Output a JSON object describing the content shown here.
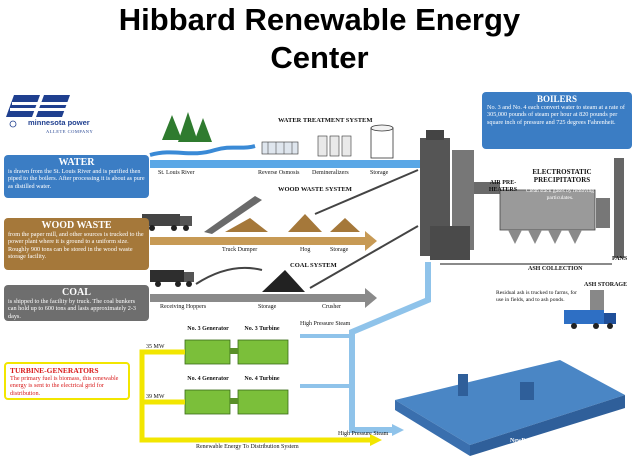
{
  "title": {
    "line1": "Hibbard Renewable Energy",
    "line2": "Center"
  },
  "logo": {
    "brand": "minnesota power",
    "sub": "ALLETE COMPANY",
    "brand_color": "#1f3f8f"
  },
  "water": {
    "heading": "WATER",
    "text": "is drawn from the St. Louis River and is purified then piped to the boilers. After processing it is about as pure as distilled water."
  },
  "wood_waste": {
    "heading": "WOOD WASTE",
    "text": "from the paper mill, and other sources is trucked to the power plant where it is ground to a uniform size. Roughly 900 tons can be stored in the wood waste storage facility."
  },
  "coal": {
    "heading": "COAL",
    "text": "is shipped to the facility by truck. The coal bunkers can hold up to 600 tons and lasts approximately 2-3 days."
  },
  "turbine_generators": {
    "heading": "TURBINE-GENERATORS",
    "text": "The primary fuel is biomass, this renewable energy is sent to the electrical grid for distribution."
  },
  "boilers": {
    "heading": "BOILERS",
    "text": "No. 3 and No. 4 each convert water to steam at a rate of 305,000 pounds of steam per hour at 820 pounds per square inch of pressure and 725 degrees Fahrenheit."
  },
  "precipitators": {
    "heading": "ELECTROSTATIC PRECIPITATORS",
    "text": "Clean stack gases by removing particulates."
  },
  "labels": {
    "water_treatment_system": "WATER TREATMENT SYSTEM",
    "st_louis_river": "St. Louis River",
    "reverse_osmosis": "Reverse Osmosis",
    "demineralizers": "Demineralizers",
    "storage_water": "Storage",
    "wood_waste_system": "WOOD WASTE SYSTEM",
    "truck_dumper": "Truck Dumper",
    "hog": "Hog",
    "storage_wood": "Storage",
    "coal_system": "COAL SYSTEM",
    "receiving_hoppers": "Receiving Hoppers",
    "storage_coal": "Storage",
    "crusher": "Crusher",
    "air_preheaters": "AIR PRE- HEATERS",
    "fans": "FANS",
    "ash_collection": "ASH COLLECTION",
    "ash_storage": "ASH STORAGE",
    "residual_ash": "Residual ash is trucked to farms, for use in fields, and to ash ponds.",
    "high_pressure_steam_top": "High Pressure Steam",
    "high_pressure_steam_bottom": "High Pressure Steam",
    "gen3_generator": "No. 3 Generator",
    "gen3_turbine": "No. 3 Turbine",
    "gen4_generator": "No. 4 Generator",
    "gen4_turbine": "No. 4 Turbine",
    "mw35": "35 MW",
    "mw39": "39 MW",
    "renewable_energy": "Renewable Energy To Distribution System",
    "newpage": "NewPage"
  },
  "colors": {
    "water_box": "#3b7dc4",
    "wood_box": "#a5783a",
    "coal_box": "#6e6e6e",
    "turbine_box_text": "#d81b1b",
    "boiler_box": "#3b7dc4",
    "steam_pipe": "#8fc3ea",
    "energy_arrow": "#f2e600",
    "generator": "#7bbf3a"
  }
}
